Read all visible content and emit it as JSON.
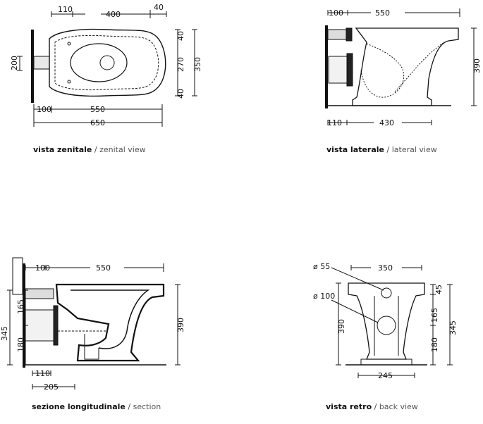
{
  "views": {
    "top": {
      "caption_it": "vista zenitale",
      "sep": " / ",
      "caption_en": "zenital view",
      "dims": {
        "d110": "110",
        "d400": "400",
        "d40a": "40",
        "d200": "200",
        "d40b": "40",
        "d270": "270",
        "d350": "350",
        "d40c": "40",
        "d100": "100",
        "d550": "550",
        "d650": "650"
      }
    },
    "side": {
      "caption_it": "vista laterale",
      "sep": " / ",
      "caption_en": "lateral view",
      "dims": {
        "d100": "100",
        "d550": "550",
        "d390": "390",
        "d110": "110",
        "d430": "430"
      }
    },
    "section": {
      "caption_it": "sezione longitudinale",
      "sep": " / ",
      "caption_en": "section",
      "dims": {
        "d100": "100",
        "d550": "550",
        "d345": "345",
        "d165": "165",
        "d180": "180",
        "d390": "390",
        "d110": "110",
        "d205": "205"
      }
    },
    "back": {
      "caption_it": "vista retro",
      "sep": " / ",
      "caption_en": "back view",
      "dims": {
        "d55": "ø 55",
        "d100": "ø 100",
        "d350": "350",
        "d45": "45",
        "d390": "390",
        "d165": "165",
        "d180": "180",
        "d345": "345",
        "d245": "245"
      }
    }
  }
}
